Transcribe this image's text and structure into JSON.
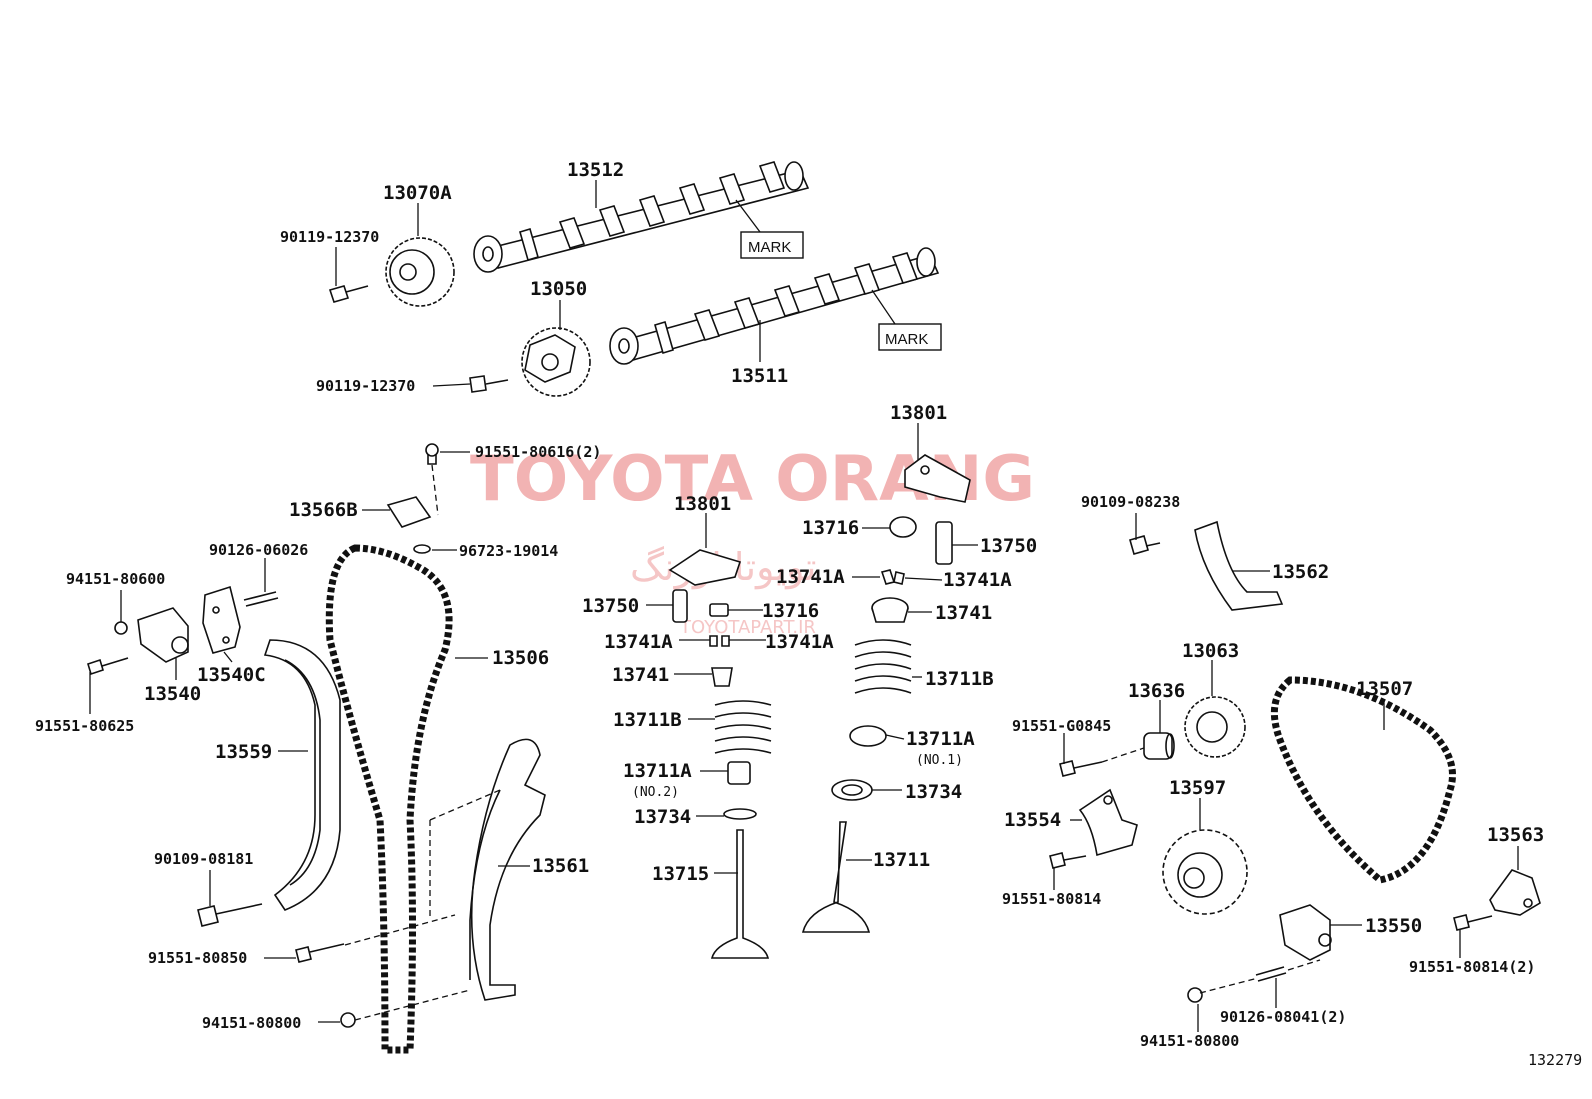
{
  "watermark": {
    "main": "TOYOTA ORANG",
    "farsi": "تویوتا اورنگ",
    "site": "TOYOTAPART.IR"
  },
  "diagram_id": "132279",
  "mark_label": "MARK",
  "parts": {
    "p13512": "13512",
    "p13070A": "13070A",
    "p90119_12370_a": "90119-12370",
    "p13050": "13050",
    "p90119_12370_b": "90119-12370",
    "p13511": "13511",
    "p13801_a": "13801",
    "p13801_b": "13801",
    "p91551_80616": "91551-80616(2)",
    "p13566B": "13566B",
    "p96723_19014": "96723-19014",
    "p90126_06026": "90126-06026",
    "p94151_80600": "94151-80600",
    "p13540": "13540",
    "p13540C": "13540C",
    "p91551_80625": "91551-80625",
    "p13559": "13559",
    "p13506": "13506",
    "p13561": "13561",
    "p90109_08181": "90109-08181",
    "p91551_80850": "91551-80850",
    "p94151_80800_a": "94151-80800",
    "p13716_a": "13716",
    "p13750_a": "13750",
    "p13741A_a": "13741A",
    "p13741A_b": "13741A",
    "p13741_a": "13741",
    "p13711B_a": "13711B",
    "p13711A_a": "13711A",
    "p13711A_a_note": "(NO.1)",
    "p13734_a": "13734",
    "p13711": "13711",
    "p13750_b": "13750",
    "p13716_b": "13716",
    "p13741A_c": "13741A",
    "p13741A_d": "13741A",
    "p13741_b": "13741",
    "p13711B_b": "13711B",
    "p13711A_b": "13711A",
    "p13711A_b_note": "(NO.2)",
    "p13734_b": "13734",
    "p13715": "13715",
    "p90109_08238": "90109-08238",
    "p13562": "13562",
    "p13063": "13063",
    "p13636": "13636",
    "p91551_G0845": "91551-G0845",
    "p13507": "13507",
    "p13597": "13597",
    "p13554": "13554",
    "p91551_80814_a": "91551-80814",
    "p13563": "13563",
    "p13550": "13550",
    "p91551_80814_b": "91551-80814(2)",
    "p90126_08041": "90126-08041(2)",
    "p94151_80800_b": "94151-80800"
  }
}
